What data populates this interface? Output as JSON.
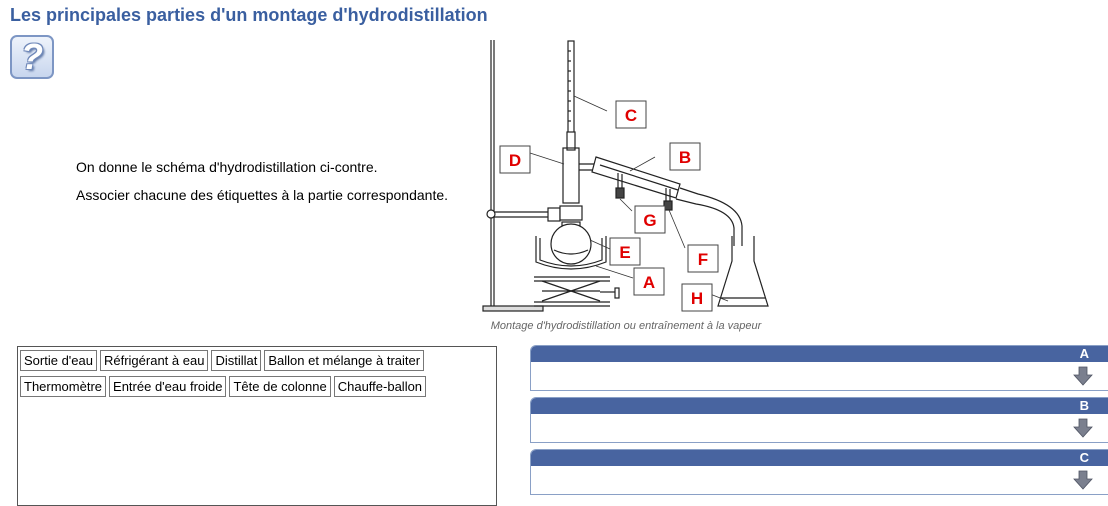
{
  "page": {
    "title": "Les principales parties d'un montage d'hydrodistillation"
  },
  "instructions": [
    "On donne le schéma d'hydrodistillation ci-contre.",
    "Associer chacune des étiquettes à la partie correspondante."
  ],
  "diagram": {
    "caption": "Montage d'hydrodistillation ou entraînement à la vapeur",
    "labels": [
      "A",
      "B",
      "C",
      "D",
      "E",
      "F",
      "G",
      "H"
    ]
  },
  "tags": [
    "Sortie d'eau",
    "Réfrigérant à eau",
    "Distillat",
    "Ballon et mélange à traiter",
    "Thermomètre",
    "Entrée d'eau froide",
    "Tête de colonne",
    "Chauffe-ballon"
  ],
  "dropzones": [
    "A",
    "B",
    "C"
  ],
  "colors": {
    "title": "#3a5fa0",
    "header": "#4864a0",
    "label": "#e00000"
  }
}
